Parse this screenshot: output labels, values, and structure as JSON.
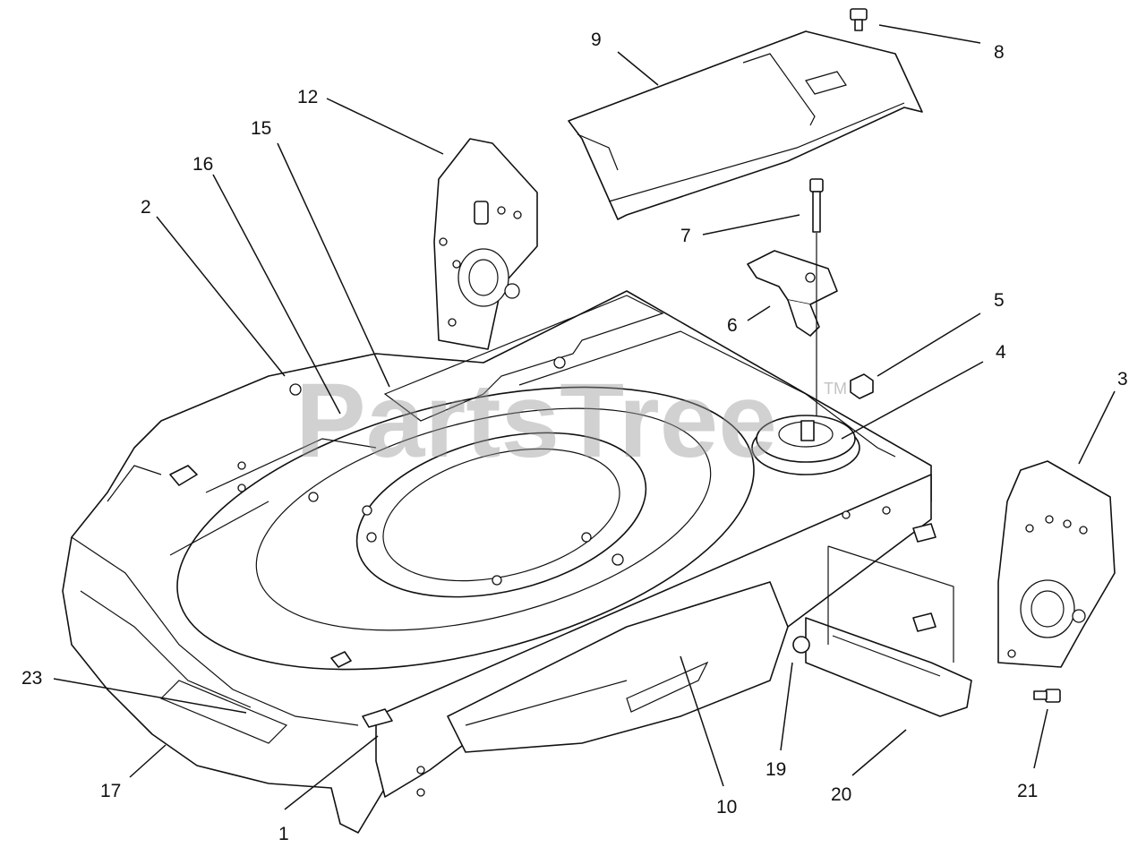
{
  "watermark": {
    "text": "PartsTree",
    "trademark": "TM"
  },
  "callouts": [
    {
      "id": "1",
      "label": "1"
    },
    {
      "id": "2",
      "label": "2"
    },
    {
      "id": "3",
      "label": "3"
    },
    {
      "id": "4",
      "label": "4"
    },
    {
      "id": "5",
      "label": "5"
    },
    {
      "id": "6",
      "label": "6"
    },
    {
      "id": "7",
      "label": "7"
    },
    {
      "id": "8",
      "label": "8"
    },
    {
      "id": "9",
      "label": "9"
    },
    {
      "id": "10",
      "label": "10"
    },
    {
      "id": "12",
      "label": "12"
    },
    {
      "id": "15",
      "label": "15"
    },
    {
      "id": "16",
      "label": "16"
    },
    {
      "id": "17",
      "label": "17"
    },
    {
      "id": "19",
      "label": "19"
    },
    {
      "id": "20",
      "label": "20"
    },
    {
      "id": "21",
      "label": "21"
    },
    {
      "id": "23",
      "label": "23"
    }
  ]
}
